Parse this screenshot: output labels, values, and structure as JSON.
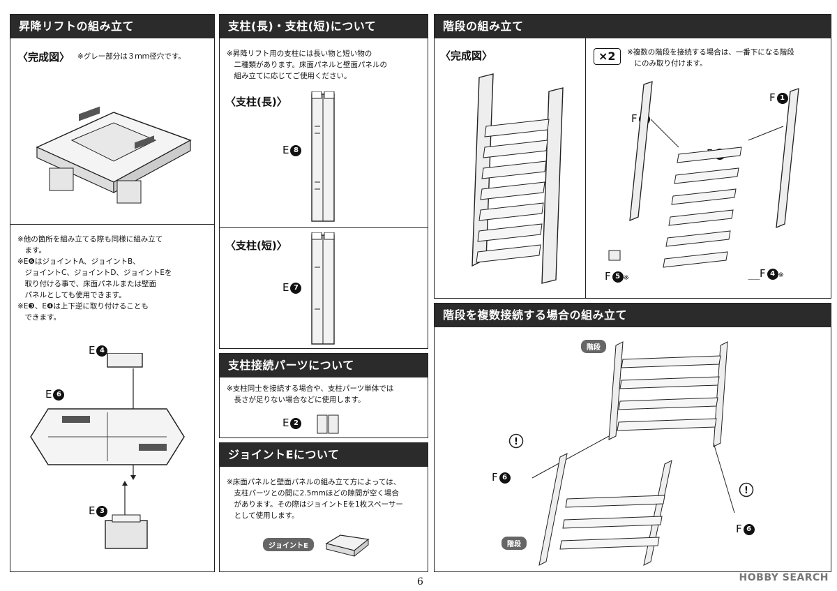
{
  "panel_lift": {
    "title": "昇降リフトの組み立て",
    "complete_label": "〈完成図〉",
    "complete_note": "※グレー部分は３ｍｍ径穴です。",
    "notes": [
      "※他の箇所を組み立てる際も同様に組み立て",
      "　ます。",
      "※E❻はジョイントA、ジョイントB、",
      "　ジョイントC、ジョイントD、ジョイントEを",
      "　取り付ける事で、床面パネルまたは壁面",
      "　パネルとしても使用できます。",
      "※E❸、E❹は上下逆に取り付けることも",
      "　できます。"
    ],
    "labels": {
      "e4": "E",
      "e4n": "4",
      "e6": "E",
      "e6n": "6",
      "e3": "E",
      "e3n": "3"
    }
  },
  "panel_pillars": {
    "title": "支柱(長)・支柱(短)について",
    "notes": [
      "※昇降リフト用の支柱には長い物と短い物の",
      "　二種類があります。床面パネルと壁面パネルの",
      "　組み立てに応じてご使用ください。"
    ],
    "long_label": "〈支柱(長)〉",
    "short_label": "〈支柱(短)〉",
    "e8": "E",
    "e8n": "8",
    "e7": "E",
    "e7n": "7"
  },
  "panel_connector": {
    "title": "支柱接続パーツについて",
    "notes": [
      "※支柱同士を接続する場合や、支柱パーツ単体では",
      "　長さが足りない場合などに使用します。"
    ],
    "e2": "E",
    "e2n": "2"
  },
  "panel_joint": {
    "title": "ジョイントEについて",
    "notes": [
      "※床面パネルと壁面パネルの組み立て方によっては、",
      "　支柱パーツとの間に2.5mmほどの隙間が空く場合",
      "　があります。その際はジョイントEを1枚スペーサー",
      "　として使用します。"
    ],
    "pill": "ジョイントE"
  },
  "panel_stairs": {
    "title": "階段の組み立て",
    "complete_label": "〈完成図〉",
    "x2": "×2",
    "notes": [
      "※複数の階段を接続する場合は、一番下になる階段",
      "　にのみ取り付けます。"
    ],
    "f1a": "F",
    "f1an": "1",
    "f1b": "F",
    "f1bn": "1",
    "f7": "F",
    "f7n": "7",
    "f5": "F",
    "f5n": "5",
    "f5s": "※",
    "f4": "F",
    "f4n": "4",
    "f4s": "※"
  },
  "panel_multi": {
    "title": "階段を複数接続する場合の組み立て",
    "pill_top": "階段",
    "pill_bottom": "階段",
    "f6a": "F",
    "f6an": "6",
    "f6b": "F",
    "f6bn": "6"
  },
  "footer": {
    "page": "6",
    "watermark": "HOBBY SEARCH"
  }
}
